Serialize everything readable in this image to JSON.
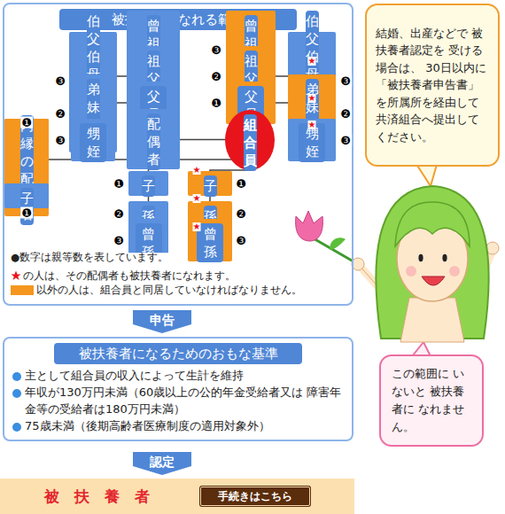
{
  "diagram": {
    "nodes": [
      {
        "text": [
          "被扶養者になれる範囲"
        ]
      },
      {
        "text": [
          "曾祖父母"
        ],
        "in": 0
      },
      {
        "text": [
          "曾祖父母"
        ],
        "in": 0
      },
      {
        "text": [
          "祖父母"
        ],
        "in": 0
      },
      {
        "text": [
          "伯父伯母 叔父叔母"
        ],
        "in": 0
      },
      {
        "text": [
          "祖父母"
        ],
        "in": 0
      },
      {
        "text": [
          "伯父伯母 叔父叔母"
        ],
        "in": 0
      },
      {
        "text": [
          "父　母"
        ],
        "in": 0
      },
      {
        "text": [
          "父　母"
        ],
        "in": 0
      },
      {
        "text": [
          "弟妹兄姉"
        ],
        "in": 0
      },
      {
        "text": [
          "弟妹兄姉"
        ],
        "in": 0
      },
      {
        "text": [
          "父　母"
        ],
        "in": 0
      },
      {
        "text": [
          "甥　姪"
        ],
        "in": 0
      },
      {
        "text": [
          "配偶者"
        ],
        "in": 0
      },
      {
        "text": [
          "組合員"
        ],
        "in": 0
      },
      {
        "text": [
          "甥　姪"
        ],
        "in": 0
      },
      {
        "text": [
          "内縁の 配偶者"
        ],
        "in": 0
      },
      {
        "text": [
          "子"
        ],
        "in": 0
      },
      {
        "text": [
          "子"
        ],
        "in": 0
      },
      {
        "text": [
          "子"
        ],
        "in": 0
      },
      {
        "text": [
          "孫"
        ],
        "in": 0
      },
      {
        "text": [
          "孫"
        ],
        "in": 0
      },
      {
        "text": [
          "曾　孫"
        ],
        "in": 0
      },
      {
        "text": [
          "曾　孫"
        ],
        "in": 0
      },
      {
        "text": [
          "結婚、出産などで 被扶養者認定を 受ける場合は、 30日以内に 「被扶養者申告書」 を所属所を経由して 共済組合へ提出して ください。"
        ]
      },
      {
        "text": [
          "申告"
        ]
      },
      {
        "text": [
          "被扶養者になるためのおもな基準",
          "主として組合員の収入によって生計を維持",
          "年収が130万円未満（60歳以上の公的年金受給者又は 障害年金等の受給者は180万円未満）",
          "75歳未満（後期高齢者医療制度の適用対象外）"
        ]
      },
      {
        "text": [
          "この範囲に いないと 被扶養者に なれません。"
        ]
      },
      {
        "text": [
          "認定"
        ]
      },
      {
        "text": [
          "被　扶　養　者"
        ]
      },
      {
        "text": [
          "手続きはこちら"
        ],
        "in": 29
      }
    ],
    "edges": [
      {
        "from": 1,
        "to": 3,
        "arrow": "none"
      },
      {
        "from": 3,
        "to": 7,
        "arrow": "none"
      },
      {
        "from": 7,
        "to": 13,
        "arrow": "none"
      },
      {
        "from": 3,
        "to": 4,
        "arrow": "none"
      },
      {
        "from": 7,
        "to": 9,
        "arrow": "none"
      },
      {
        "from": 9,
        "to": 12,
        "arrow": "none"
      },
      {
        "from": 13,
        "to": 14,
        "arrow": "none"
      },
      {
        "from": 14,
        "to": 8,
        "arrow": "none"
      },
      {
        "from": 8,
        "to": 5,
        "arrow": "none"
      },
      {
        "from": 5,
        "to": 2,
        "arrow": "none"
      },
      {
        "from": 5,
        "to": 6,
        "arrow": "none"
      },
      {
        "from": 8,
        "to": 10,
        "arrow": "none"
      },
      {
        "from": 10,
        "to": 15,
        "arrow": "none"
      },
      {
        "from": 13,
        "to": 17,
        "arrow": "none"
      },
      {
        "from": 14,
        "to": 18,
        "arrow": "none"
      },
      {
        "from": 17,
        "to": 20,
        "arrow": "none"
      },
      {
        "from": 20,
        "to": 22,
        "arrow": "none"
      },
      {
        "from": 18,
        "to": 21,
        "arrow": "none"
      },
      {
        "from": 21,
        "to": 23,
        "arrow": "none"
      },
      {
        "from": 11,
        "to": 16,
        "arrow": "none"
      },
      {
        "from": 16,
        "to": 19,
        "arrow": "none"
      },
      {
        "from": 16,
        "to": 14,
        "arrow": "none"
      }
    ],
    "labels": [
      "❸",
      "❷",
      "❸",
      "❶",
      "❶",
      "❸",
      "❷",
      "❶",
      "★",
      "❸",
      "★",
      "❷",
      "★",
      "❸",
      "❶",
      "★",
      "❶",
      "★",
      "❷",
      "❷",
      "★",
      "❸",
      "❸",
      "●数字は親等数を表しています。"
    ],
    "legend": [
      {
        "text": "の人は、その配偶者も被扶養者になれます。"
      },
      {
        "text": "以外の人は、組合員と同居していなければなりません。",
        "color": "#f5961e"
      }
    ]
  }
}
